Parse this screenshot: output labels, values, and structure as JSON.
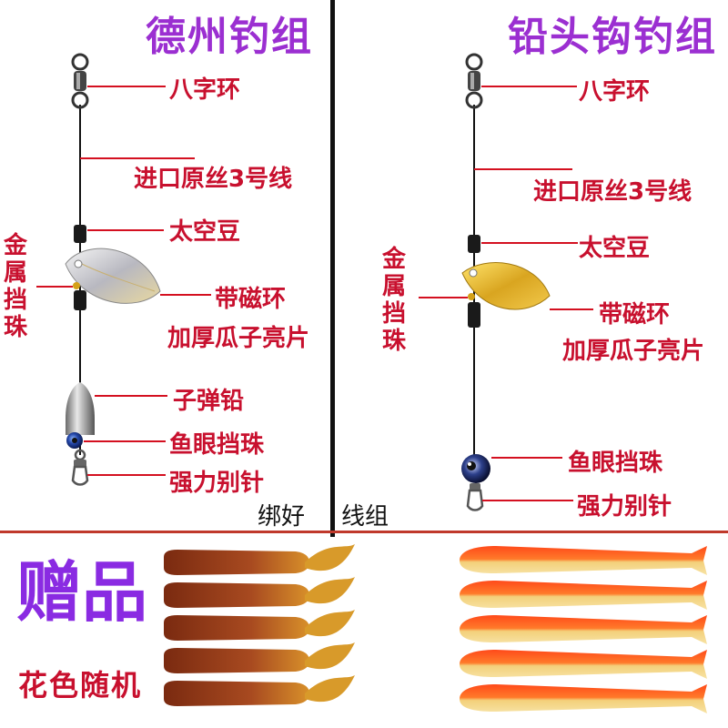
{
  "left": {
    "title": "德州钓组",
    "labels": {
      "swivel": "八字环",
      "line": "进口原丝3号线",
      "bean": "太空豆",
      "magnet": "带磁环",
      "blade": "加厚瓜子亮片",
      "bullet": "子弹铅",
      "eye_bead": "鱼眼挡珠",
      "snap": "强力别针"
    },
    "side_label": [
      "金",
      "属",
      "挡",
      "珠"
    ]
  },
  "right": {
    "title": "铅头钩钓组",
    "labels": {
      "swivel": "八字环",
      "line": "进口原丝3号线",
      "bean": "太空豆",
      "magnet": "带磁环",
      "blade": "加厚瓜子亮片",
      "eye_bead": "鱼眼挡珠",
      "snap": "强力别针"
    },
    "side_label": [
      "金",
      "属",
      "挡",
      "珠"
    ]
  },
  "caption": {
    "left": "绑好",
    "right": "线组"
  },
  "gift": {
    "title": "赠品",
    "subtitle": "花色随机"
  },
  "colors": {
    "title": "#9b2fd1",
    "label": "#c8102e",
    "gift_title": "#8a2be2"
  }
}
